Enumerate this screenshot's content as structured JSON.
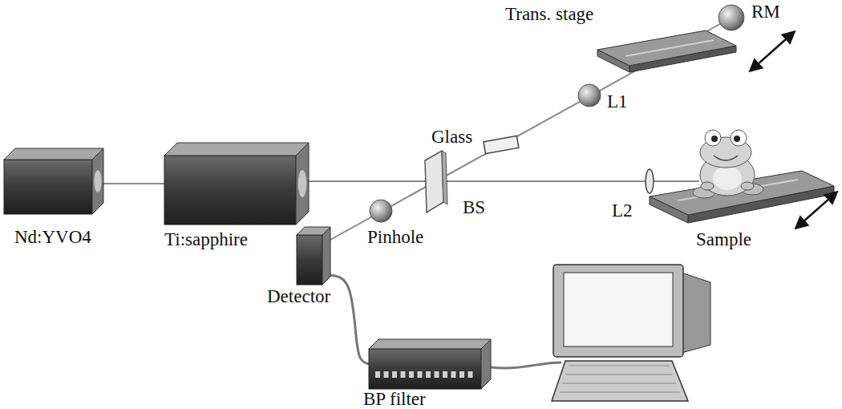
{
  "diagram": {
    "nodes": [
      {
        "text": [
          "Nd:YVO4"
        ]
      },
      {
        "text": [
          "Ti:sapphire"
        ]
      },
      {
        "text": [
          "Detector"
        ]
      },
      {
        "text": [
          "BP filter"
        ]
      }
    ],
    "edges": [
      {
        "from": 0,
        "to": 1,
        "arrow": "none"
      },
      {
        "from": 2,
        "to": 3,
        "arrow": "none"
      }
    ],
    "labels": [
      "Trans. stage",
      "RM",
      "L1",
      "Glass",
      "BS",
      "L2",
      "Sample",
      "Pinhole"
    ]
  }
}
